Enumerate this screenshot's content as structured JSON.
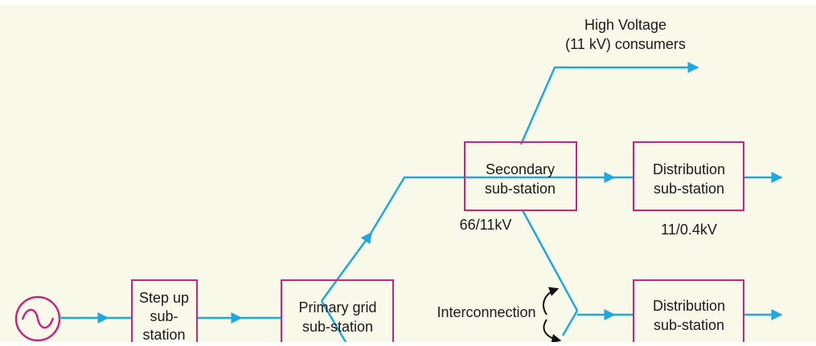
{
  "colors": {
    "background": "#f8f9e9",
    "line": "#1fa8e0",
    "box": "#c8267d",
    "text": "#1a1a1a"
  },
  "labels": {
    "high_voltage_line1": "High Voltage",
    "high_voltage_line2": "(11 kV) consumers",
    "step_up_line1": "Step up",
    "step_up_line2": "sub-",
    "step_up_line3": "station",
    "primary_line1": "Primary grid",
    "primary_line2": "sub-station",
    "secondary_line1": "Secondary",
    "secondary_line2": "sub-station",
    "secondary_ratio": "66/11kV",
    "dist_top_line1": "Distribution",
    "dist_top_line2": "sub-station",
    "dist_top_ratio": "11/0.4kV",
    "dist_bottom_line1": "Distribution",
    "dist_bottom_line2": "sub-station",
    "interconnection": "Interconnection"
  },
  "icons": {
    "generator": "ac-source-icon"
  }
}
